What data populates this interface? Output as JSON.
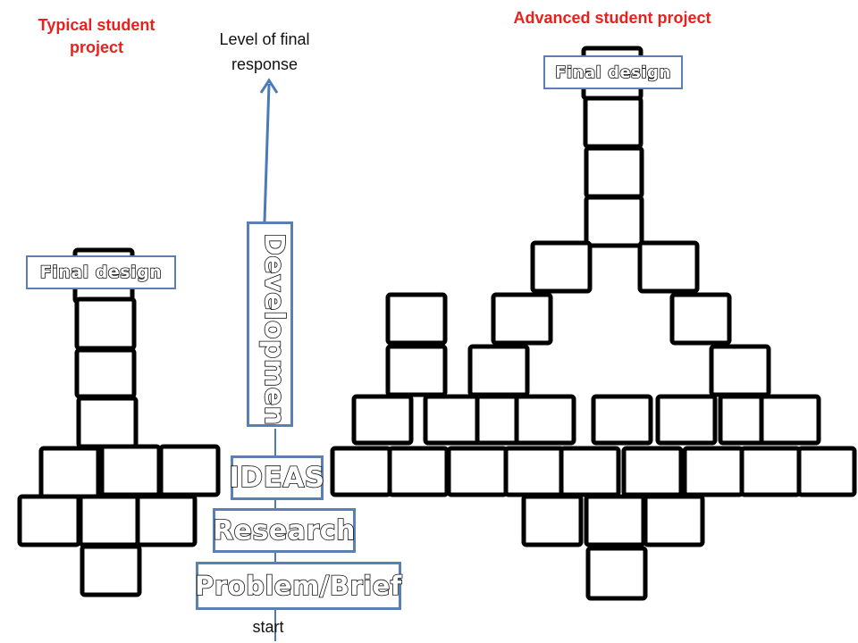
{
  "headings": {
    "typical": "Typical student project",
    "advanced": "Advanced student project"
  },
  "axis": {
    "top_label": "Level of final response",
    "bottom_label": "start"
  },
  "stages": {
    "problem": "Problem/Brief",
    "research": "Research",
    "ideas": "IDEAS",
    "developments": "Developments"
  },
  "labels": {
    "final_design_typical": "Final design",
    "final_design_advanced": "Final design"
  },
  "colors": {
    "heading": "#e8211f",
    "box_border": "#5a7fb5",
    "arrow": "#4a7ab8",
    "block_stroke": "#000000"
  }
}
